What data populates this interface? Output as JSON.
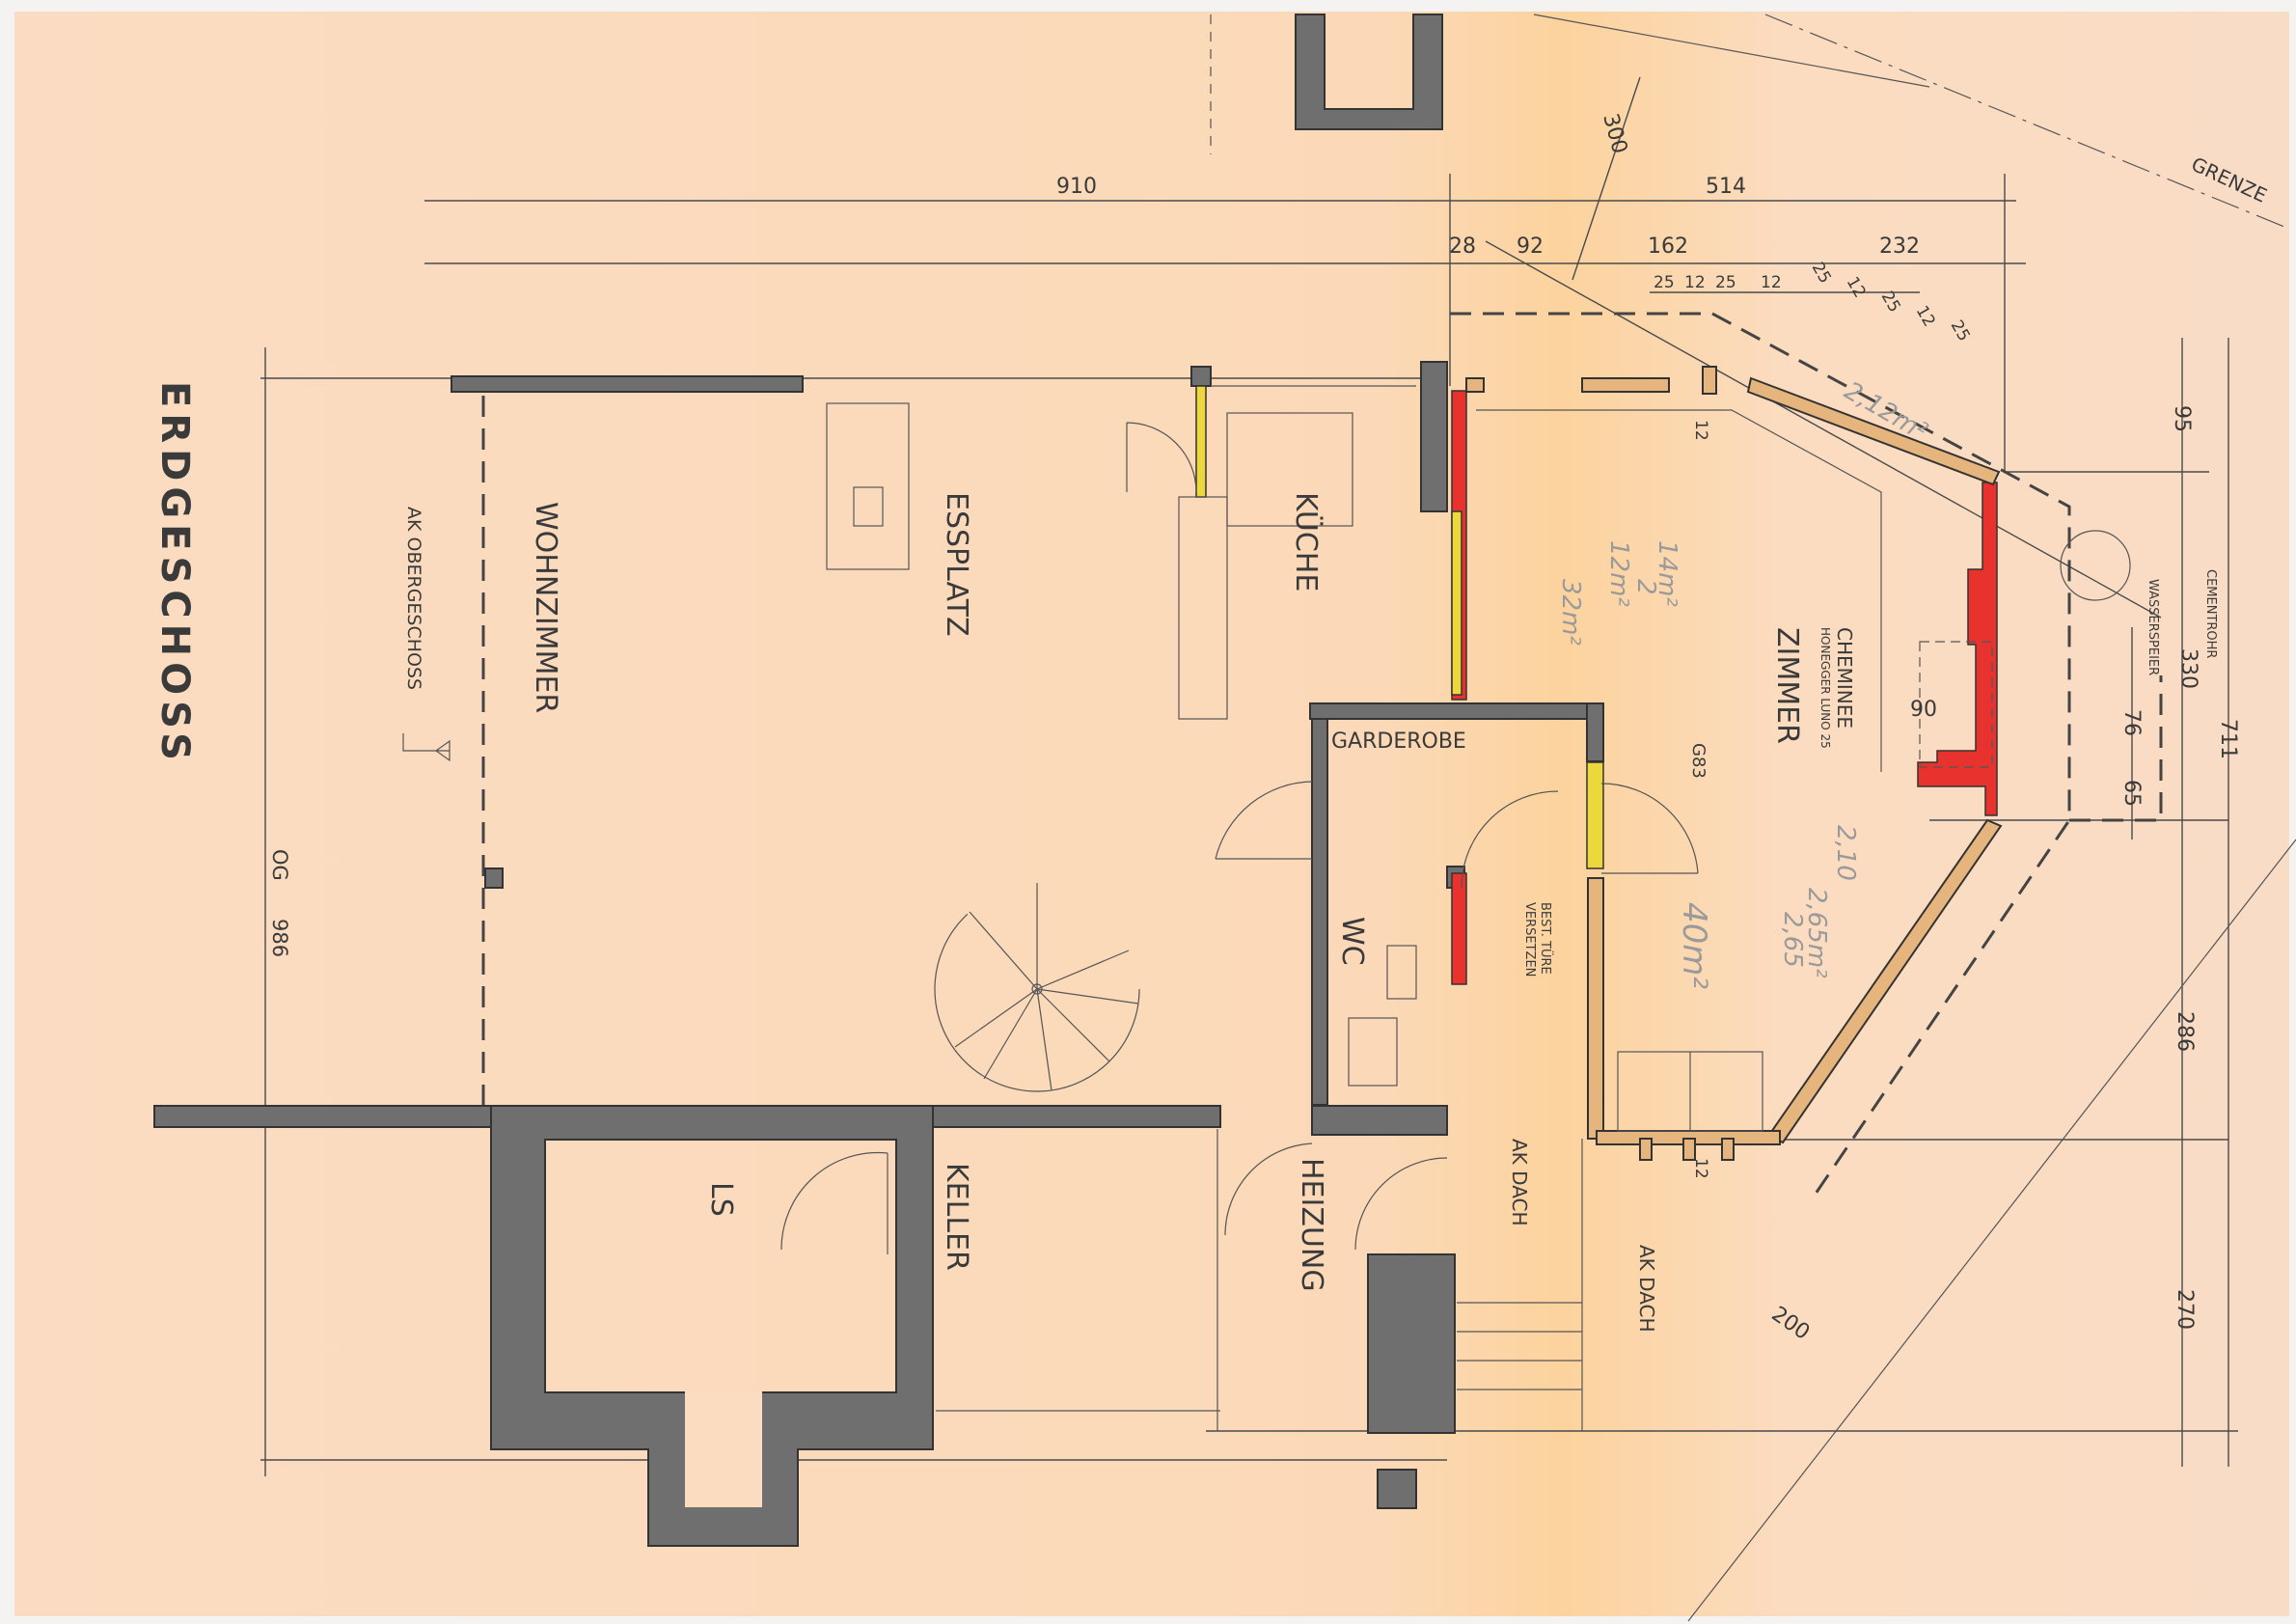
{
  "title": "ERDGESCHOSS",
  "colors": {
    "paper": "#fbdcc0",
    "wall_existing": "#6f6f6f",
    "wall_new_red": "#e8322d",
    "wall_yellow": "#ecd83c",
    "wall_wood": "#e6b57e"
  },
  "rooms": {
    "wohnzimmer": "WOHNZIMMER",
    "essplatz": "ESSPLATZ",
    "kueche": "KÜCHE",
    "garderobe": "GARDEROBE",
    "zimmer": "ZIMMER",
    "wc": "WC",
    "keller": "KELLER",
    "ls": "LS",
    "heizung": "HEIZUNG"
  },
  "notes": {
    "ak_obergeschoss": "AK OBERGESCHOSS",
    "og": "OG",
    "og_value": "986",
    "cheminee": "CHEMINEE",
    "cheminee_type": "HONEGGER LUNO 25",
    "zimmer_height": "G83",
    "best_tuere": "BEST. TÜRE",
    "versetzen": "VERSETZEN",
    "ak_dach_1": "AK DACH",
    "ak_dach_2": "AK DACH",
    "cementrohr": "CEMENTROHR",
    "wasserspeier": "WASSERSPEIER",
    "grenze": "GRENZE"
  },
  "dimensions": {
    "d910": "910",
    "d514": "514",
    "d300": "300",
    "d28": "28",
    "d92": "92",
    "d162": "162",
    "d232": "232",
    "s25a": "25",
    "s12a": "12",
    "s25b": "25",
    "s12b": "12",
    "s25c": "25",
    "s12c": "12",
    "s25d": "25",
    "s12d": "12",
    "s25e": "25",
    "d12_top": "12",
    "d12_bottom": "12",
    "d95": "95",
    "d330": "330",
    "d76": "76",
    "d65": "65",
    "d90": "90",
    "d711": "711",
    "d286": "286",
    "d270": "270",
    "d200": "200"
  },
  "handwritten": {
    "h1": "14m²",
    "h2": "2",
    "h3": "12m²",
    "h4": "32m²",
    "h5": "2,12m²",
    "h6": "2,10",
    "h7": "2,65m²",
    "h8": "2,65",
    "h9": "40m²"
  }
}
